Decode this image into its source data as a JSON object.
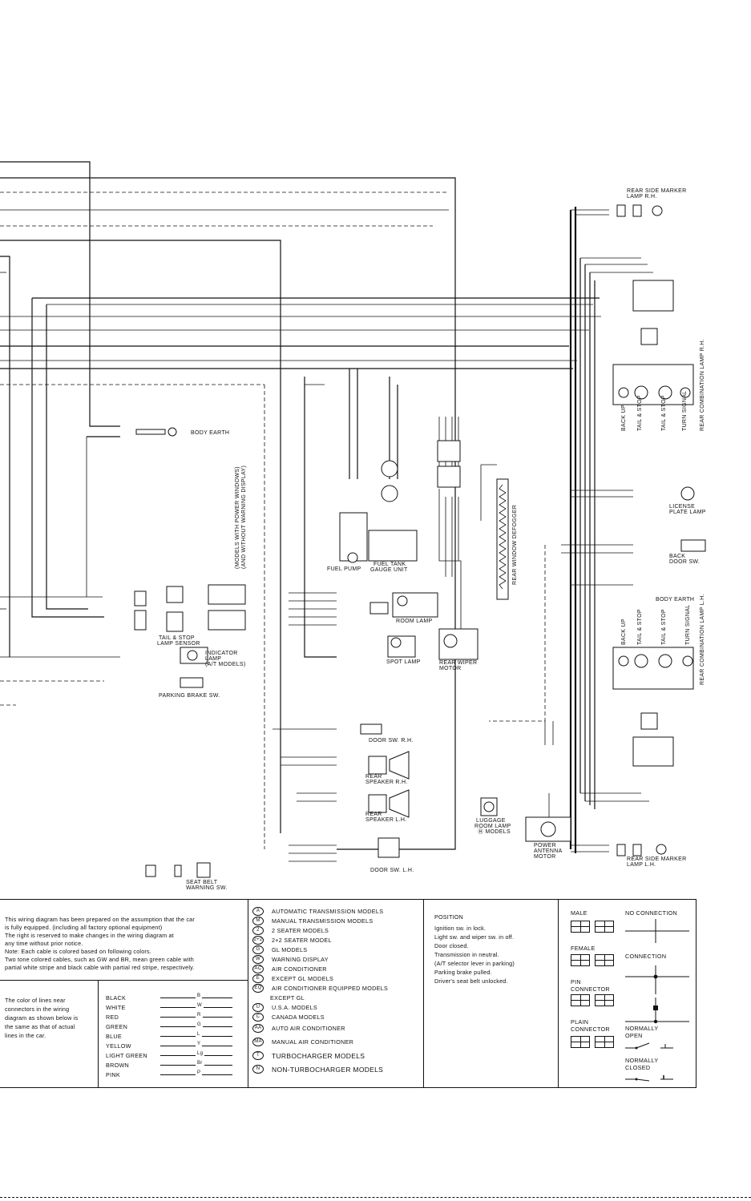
{
  "diagram": {
    "labels": {
      "rear_side_marker_rh": "REAR SIDE MARKER",
      "rear_side_marker_rh_2": "LAMP R.H.",
      "body_earth_1": "BODY EARTH",
      "body_earth_2": "BODY EARTH",
      "models_power_windows_1": "(MODELS WITH POWER WINDOWS)",
      "models_power_windows_2": "(AND WITHOUT WARNING DISPLAY)",
      "fuel_pump": "FUEL PUMP",
      "fuel_tank_gauge_1": "FUEL TANK",
      "fuel_tank_gauge_2": "GAUGE UNIT",
      "rear_window_defogger": "REAR WINDOW DEFOGGER",
      "license_plate_1": "LICENSE",
      "license_plate_2": "PLATE LAMP",
      "back_door_sw_1": "BACK",
      "back_door_sw_2": "DOOR SW.",
      "tail_stop_sensor_1": "TAIL & STOP",
      "tail_stop_sensor_2": "LAMP SENSOR",
      "indicator_lamp_1": "INDICATOR",
      "indicator_lamp_2": "LAMP",
      "indicator_lamp_3": "(A/T MODELS)",
      "room_lamp": "ROOM LAMP",
      "spot_lamp": "SPOT LAMP",
      "rear_wiper_1": "REAR WIPER",
      "rear_wiper_2": "MOTOR",
      "parking_brake_sw": "PARKING BRAKE SW.",
      "door_sw_rh": "DOOR SW. R.H.",
      "rear_speaker_rh_1": "REAR",
      "rear_speaker_rh_2": "SPEAKER R.H.",
      "rear_speaker_lh_1": "REAR",
      "rear_speaker_lh_2": "SPEAKER L.H.",
      "luggage_1": "LUGGAGE",
      "luggage_2": "ROOM LAMP",
      "luggage_3": "Ⓗ MODELS",
      "power_antenna_1": "POWER",
      "power_antenna_2": "ANTENNA",
      "power_antenna_3": "MOTOR",
      "rear_side_marker_lh_1": "REAR SIDE MARKER",
      "rear_side_marker_lh_2": "LAMP L.H.",
      "door_sw_lh": "DOOR SW. L.H.",
      "seat_belt_1": "SEAT BELT",
      "seat_belt_2": "WARNING SW.",
      "back_up_rh": "BACK UP",
      "tail_stop_rh": "TAIL & STOP",
      "tail_stop_rh2": "TAIL & STOP",
      "turn_signal_rh": "TURN SIGNAL",
      "rear_comb_rh": "REAR COMBINATION LAMP R.H.",
      "back_up_lh": "BACK UP",
      "tail_stop_lh": "TAIL & STOP",
      "tail_stop_lh2": "TAIL & STOP",
      "turn_signal_lh": "TURN SIGNAL",
      "rear_comb_lh": "REAR COMBINATION LAMP L.H."
    }
  },
  "legend": {
    "note_lines": [
      "This wiring diagram has been prepared on the assumption that the car",
      "is fully equipped. (including all factory optional equipment)",
      "The right is reserved to make changes in the wiring diagram at",
      "any time without prior notice.",
      "Note: Each cable is colored based on following colors.",
      "Two tone colored cables, such as GW and BR, mean green cable with",
      "partial white stripe and black cable with partial red stripe, respectively."
    ],
    "line_note": [
      "The color of lines near",
      "connectors in the wiring",
      "diagram as shown below is",
      "the same as that of actual",
      "lines in the car."
    ],
    "colors": [
      {
        "name": "BLACK",
        "code": "B"
      },
      {
        "name": "WHITE",
        "code": "W"
      },
      {
        "name": "RED",
        "code": "R"
      },
      {
        "name": "GREEN",
        "code": "G"
      },
      {
        "name": "BLUE",
        "code": "L"
      },
      {
        "name": "YELLOW",
        "code": "Y"
      },
      {
        "name": "LIGHT GREEN",
        "code": "Lg"
      },
      {
        "name": "BROWN",
        "code": "Br"
      },
      {
        "name": "PINK",
        "code": "P"
      }
    ],
    "abbreviations": [
      {
        "sym": "A",
        "text": "AUTOMATIC TRANSMISSION MODELS"
      },
      {
        "sym": "M",
        "text": "MANUAL TRANSMISSION MODELS"
      },
      {
        "sym": "2",
        "text": "2 SEATER MODELS"
      },
      {
        "sym": "2+2",
        "text": "2+2 SEATER MODEL"
      },
      {
        "sym": "G",
        "text": "GL MODELS"
      },
      {
        "sym": "W",
        "text": "WARNING DISPLAY"
      },
      {
        "sym": "AC",
        "text": "AIR CONDITIONER"
      },
      {
        "sym": "E",
        "text": "EXCEPT GL MODELS"
      },
      {
        "sym": "EQ",
        "text": "AIR CONDITIONER EQUIPPED MODELS"
      },
      {
        "sym": "",
        "text": "EXCEPT GL"
      },
      {
        "sym": "U",
        "text": "U.S.A. MODELS"
      },
      {
        "sym": "C",
        "text": "CANADA MODELS"
      },
      {
        "sym": "AA",
        "text": "AUTO AIR CONDITIONER"
      },
      {
        "sym": "MA",
        "text": "MANUAL AIR CONDITIONER"
      },
      {
        "sym": "T",
        "text": "TURBOCHARGER MODELS"
      },
      {
        "sym": "N",
        "text": "NON-TURBOCHARGER MODELS"
      }
    ],
    "position_title": "POSITION",
    "positions": [
      "Ignition sw. in lock.",
      "Light sw. and wiper sw. in off.",
      "Door closed.",
      "Transmission in neutral.",
      "(A/T selector lever in parking)",
      "Parking brake pulled.",
      "Driver's seat belt unlocked."
    ],
    "connectors": {
      "male": "MALE",
      "female": "FEMALE",
      "pin_1": "PIN",
      "pin_2": "CONNECTOR",
      "plain_1": "PLAIN",
      "plain_2": "CONNECTOR",
      "no_connection": "NO CONNECTION",
      "connection": "CONNECTION",
      "normally_open_1": "NORMALLY",
      "normally_open_2": "OPEN",
      "normally_closed_1": "NORMALLY",
      "normally_closed_2": "CLOSED"
    }
  }
}
